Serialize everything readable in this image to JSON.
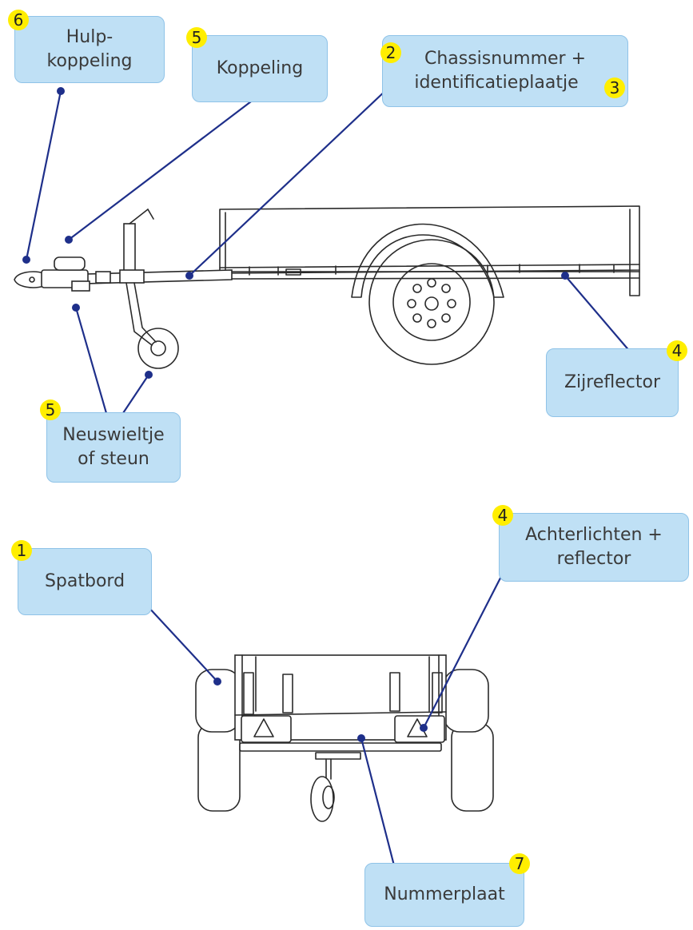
{
  "labels": {
    "hulpkoppeling": {
      "badge": "6",
      "line1": "Hulp-",
      "line2": "koppeling"
    },
    "koppeling": {
      "badge": "5",
      "text": "Koppeling"
    },
    "chassisnummer": {
      "badge_start": "2",
      "line1": "Chassisnummer +",
      "line2": "identificatieplaatje",
      "badge_end": "3"
    },
    "zijreflector": {
      "badge": "4",
      "text": "Zijreflector"
    },
    "neuswieltje": {
      "badge": "5",
      "line1": "Neuswieltje",
      "line2": "of steun"
    },
    "spatbord": {
      "badge": "1",
      "text": "Spatbord"
    },
    "achterlichten": {
      "badge": "4",
      "line1": "Achterlichten +",
      "line2": "reflector"
    },
    "nummerplaat": {
      "badge": "7",
      "text": "Nummerplaat"
    }
  },
  "colors": {
    "label_fill": "#bfe0f5",
    "label_border": "#8fc3e8",
    "badge": "#ffee00",
    "leader_line": "#1e2f8a",
    "drawing": "#2a2a2a"
  }
}
